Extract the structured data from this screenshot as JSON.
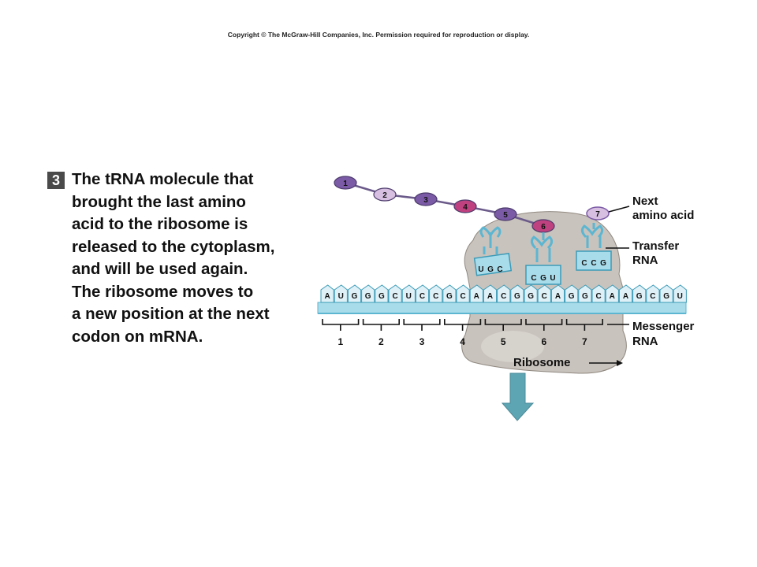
{
  "copyright": "Copyright © The McGraw-Hill Companies, Inc. Permission required for reproduction or display.",
  "step": {
    "number": "3",
    "lines": [
      "The tRNA molecule that",
      "brought the last amino",
      "acid to the ribosome is",
      "released to the cytoplasm,",
      "and will be used again.",
      "The ribosome moves to",
      "a new position at the next",
      "codon on mRNA."
    ]
  },
  "amino_acids": [
    "1",
    "2",
    "3",
    "4",
    "5",
    "6",
    "7"
  ],
  "mrna_bases": [
    "A",
    "U",
    "G",
    "G",
    "G",
    "C",
    "U",
    "C",
    "C",
    "G",
    "C",
    "A",
    "A",
    "C",
    "G",
    "G",
    "C",
    "A",
    "G",
    "G",
    "C",
    "A",
    "A",
    "G",
    "C",
    "G",
    "U"
  ],
  "codon_numbers": [
    "1",
    "2",
    "3",
    "4",
    "5",
    "6",
    "7"
  ],
  "anticodons": {
    "released": [
      "U",
      "G",
      "C"
    ],
    "site_p": [
      "C",
      "G",
      "U"
    ],
    "site_a": [
      "C",
      "C",
      "G"
    ]
  },
  "labels": {
    "next_amino_acid": [
      "Next",
      "amino acid"
    ],
    "transfer_rna": [
      "Transfer",
      "RNA"
    ],
    "messenger_rna": [
      "Messenger",
      "RNA"
    ],
    "ribosome": "Ribosome"
  },
  "colors": {
    "dark_purple": "#7b5aa6",
    "light_purple": "#d6bfe0",
    "magenta": "#c0417f",
    "trna_blue": "#5cb6d1",
    "ribosome_gray": "#c9c3bd",
    "arrow_teal": "#5ea5b4"
  }
}
